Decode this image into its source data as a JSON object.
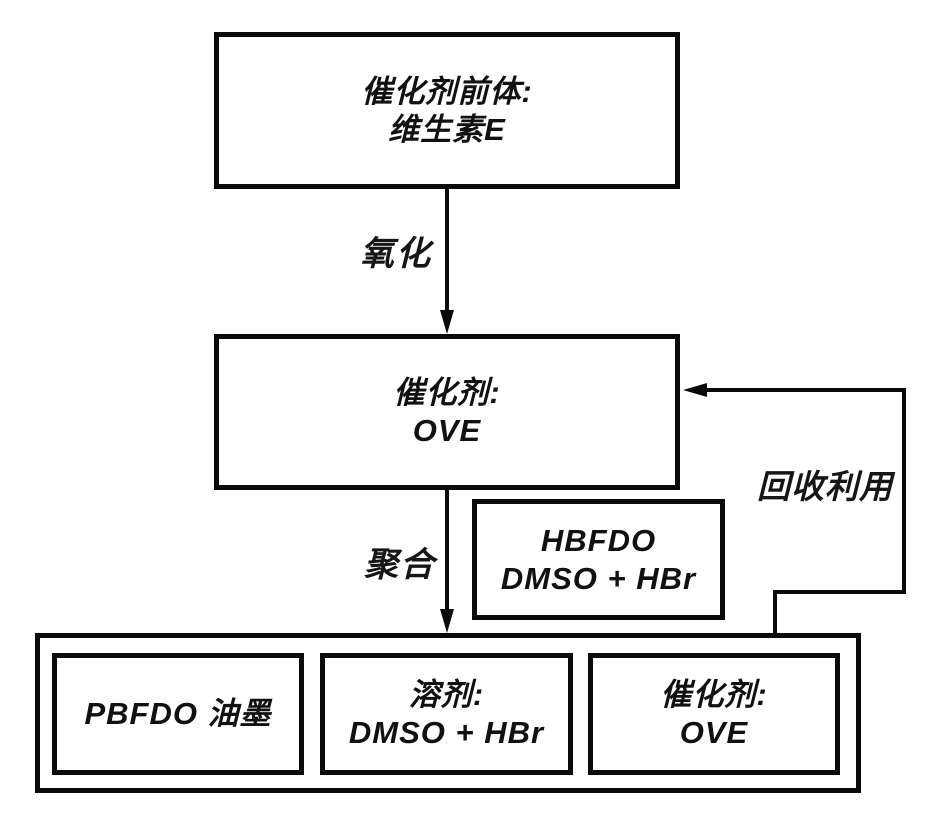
{
  "diagram": {
    "boxes": {
      "precursor": {
        "line1": "催化剂前体:",
        "line2": "维生素E"
      },
      "catalyst": {
        "line1": "催化剂:",
        "line2": "OVE"
      },
      "feed": {
        "line1": "HBFDO",
        "line2": "DMSO + HBr"
      },
      "ink": {
        "line1": "PBFDO 油墨"
      },
      "solvent": {
        "line1": "溶剂:",
        "line2": "DMSO + HBr"
      },
      "recovered_catalyst": {
        "line1": "催化剂:",
        "line2": "OVE"
      }
    },
    "arrow_labels": {
      "oxidation": "氧化",
      "polymerization": "聚合",
      "recycle": "回收利用"
    },
    "colors": {
      "line": "#000000",
      "background": "#ffffff"
    }
  }
}
